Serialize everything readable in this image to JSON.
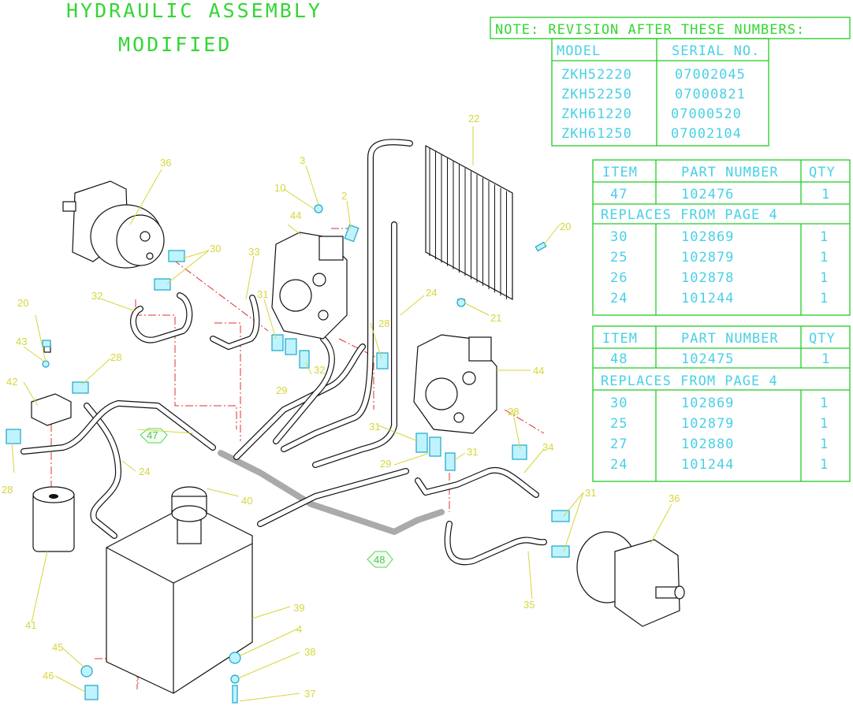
{
  "title": {
    "line1": "HYDRAULIC ASSEMBLY",
    "line2": "MODIFIED"
  },
  "note": {
    "header": "NOTE: REVISION AFTER THESE NUMBERS:",
    "columns": [
      "MODEL",
      "SERIAL NO."
    ],
    "rows": [
      [
        "ZKH52220",
        "07002045"
      ],
      [
        "ZKH52250",
        "07000821"
      ],
      [
        "ZKH61220",
        "07000520"
      ],
      [
        "ZKH61250",
        "07002104"
      ]
    ]
  },
  "table1": {
    "headers": [
      "ITEM",
      "PART NUMBER",
      "QTY"
    ],
    "item": {
      "item": "47",
      "part": "102476",
      "qty": "1"
    },
    "replaces_label": "REPLACES FROM PAGE 4",
    "rows": [
      [
        "30",
        "102869",
        "1"
      ],
      [
        "25",
        "102879",
        "1"
      ],
      [
        "26",
        "102878",
        "1"
      ],
      [
        "24",
        "101244",
        "1"
      ]
    ]
  },
  "table2": {
    "headers": [
      "ITEM",
      "PART NUMBER",
      "QTY"
    ],
    "item": {
      "item": "48",
      "part": "102475",
      "qty": "1"
    },
    "replaces_label": "REPLACES FROM PAGE 4",
    "rows": [
      [
        "30",
        "102869",
        "1"
      ],
      [
        "25",
        "102879",
        "1"
      ],
      [
        "27",
        "102880",
        "1"
      ],
      [
        "24",
        "101244",
        "1"
      ]
    ]
  },
  "callouts": {
    "c36a": "36",
    "c3": "3",
    "c10": "10",
    "c2": "2",
    "c44a": "44",
    "c30": "30",
    "c33": "33",
    "c32": "32",
    "c22": "22",
    "c20": "20",
    "c43": "43",
    "c42": "42",
    "c26a": "26",
    "c31a": "31",
    "c31b": "31",
    "c31c": "31",
    "c31d": "31",
    "c29a": "29",
    "c29b": "29",
    "c28a": "28",
    "c28b": "28",
    "c28c": "28",
    "c24a": "24",
    "c24b": "24",
    "c34": "34",
    "c21": "21",
    "c44b": "44",
    "c47": "47",
    "c48": "48",
    "c40": "40",
    "c41": "41",
    "c39": "39",
    "c4": "4",
    "c38": "38",
    "c37": "37",
    "c45": "45",
    "c46": "46",
    "c35": "35",
    "c36b": "36",
    "c20b": "20"
  }
}
